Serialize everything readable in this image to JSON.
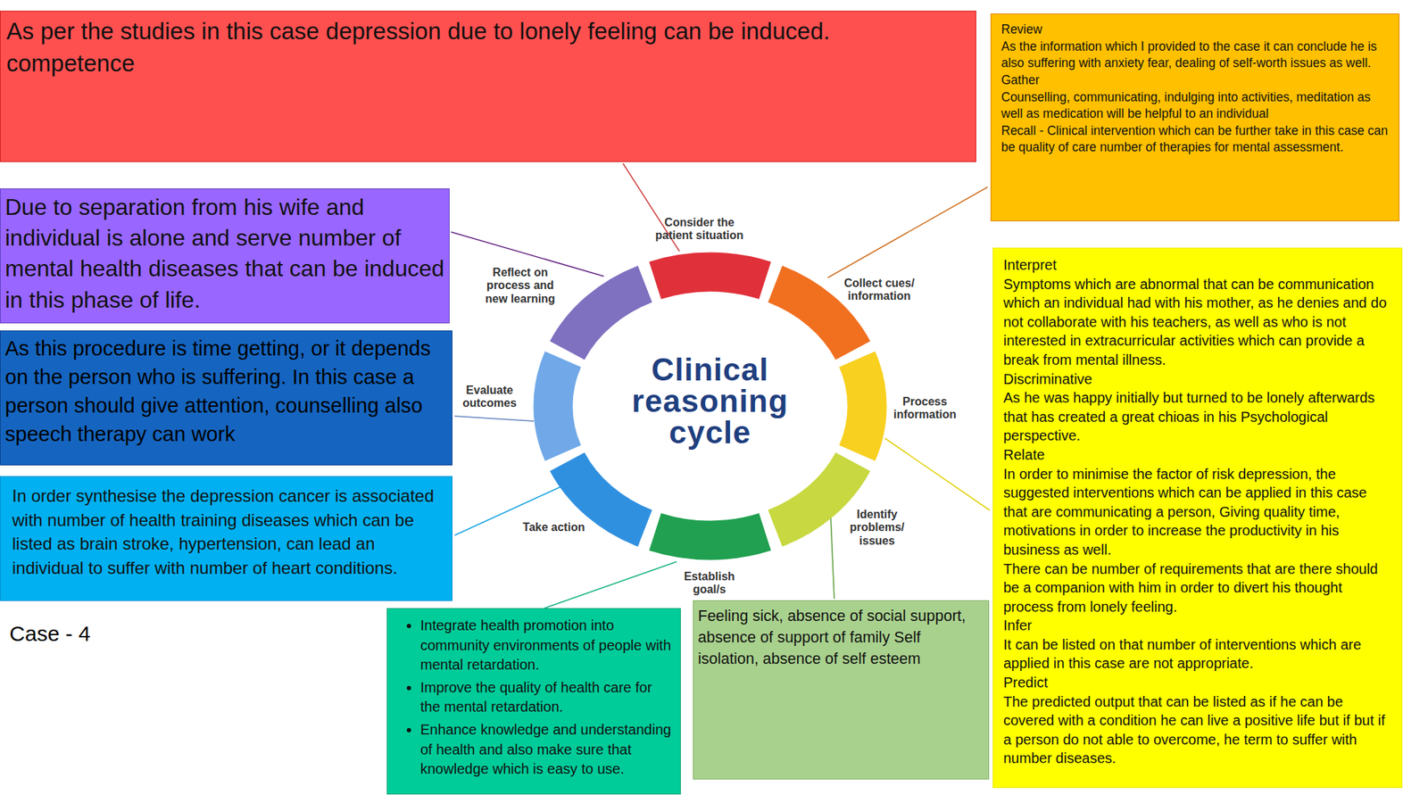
{
  "diagram": {
    "nodes": [
      {
        "text": [
          "As per the studies in this case depression due to lonely feeling can be induced.",
          "competence"
        ]
      },
      {
        "text": [
          "Review",
          "As the information which I provided to the case it can conclude he is also suffering with anxiety fear, dealing of self-worth issues as well.",
          "Gather",
          "Counselling, communicating, indulging into activities, meditation as well as medication will be helpful to an individual",
          "Recall - Clinical intervention which can be further take in this case can be quality of care number of therapies for mental assessment."
        ]
      },
      {
        "text": [
          "Due to separation from his wife and individual is alone and serve number of mental health diseases that can be induced in this phase of life."
        ]
      },
      {
        "text": [
          "As this procedure is time getting, or it depends on the person who is suffering. In this case a person should give attention, counselling also speech therapy can work"
        ]
      },
      {
        "text": [
          "Interpret",
          "Symptoms which are abnormal that can be communication which an individual had with his mother, as he denies and do not collaborate with his teachers, as well as who is not interested in extracurricular activities which can provide a break from mental illness.",
          "Discriminative",
          "As he was happy initially but turned to be lonely afterwards that has created a great chioas in his Psychological perspective.",
          "Relate",
          "In order to minimise the factor of risk depression, the suggested interventions which can be applied in this case that are communicating a person, Giving quality time, motivations in order to increase the productivity in his business as well.",
          "There can be number of requirements that are there should be a companion with him in order to divert his thought process from lonely feeling.",
          "Infer",
          "It can be listed on that number of interventions which are applied in this case are not appropriate.",
          "Predict",
          "The predicted output that can be listed as if he can be covered with a condition he can live a positive life but if but if a person do not able to overcome, he term to suffer with number diseases."
        ]
      },
      {
        "text": [
          "In order synthesise the depression cancer is associated with number of health training diseases which can be listed as brain stroke, hypertension, can lead an individual to suffer with number of heart conditions."
        ]
      },
      {
        "text": [
          "Feeling sick, absence of social support, absence of support of family Self isolation, absence of self esteem"
        ]
      },
      {
        "text": [
          "Integrate health promotion into community environments of people with mental retardation.",
          "Improve the quality of health care for the mental retardation.",
          "Enhance knowledge and understanding of health and also make sure that knowledge which is easy to  use."
        ]
      }
    ],
    "labels": [
      "Consider the patient situation",
      "Collect cues/ information",
      "Process information",
      "Identify problems/ issues",
      "Establish goal/s",
      "Take action",
      "Evaluate outcomes",
      "Reflect on process and new learning",
      "Clinical reasoning cycle",
      "Case - 4"
    ]
  }
}
